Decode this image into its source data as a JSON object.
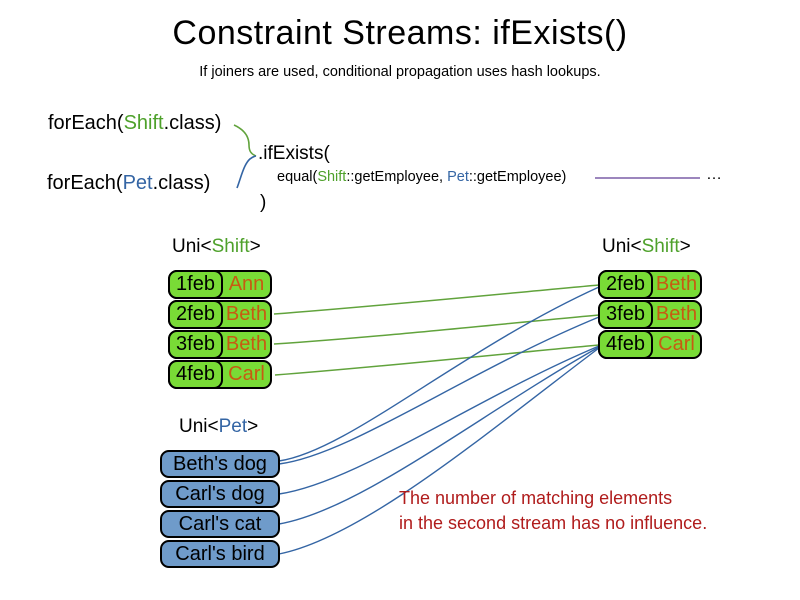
{
  "title": "Constraint Streams: ifExists()",
  "subtitle": "If joiners are used, conditional propagation uses hash lookups.",
  "code": {
    "foreach_shift": {
      "pre": "forEach(",
      "cls": "Shift",
      "post": ".class)"
    },
    "foreach_pet": {
      "pre": "forEach(",
      "cls": "Pet",
      "post": ".class)"
    },
    "if_exists": ".ifExists(",
    "equal": {
      "pre": "equal(",
      "shift": "Shift",
      "mid": "::getEmployee, ",
      "pet": "Pet",
      "post": "::getEmployee)"
    },
    "ellipsis": "…",
    "close_paren": ")"
  },
  "left_shift_table": {
    "label": {
      "pre": "Uni<",
      "type": "Shift",
      "post": ">"
    },
    "rows": [
      {
        "date": "1feb",
        "name": "Ann"
      },
      {
        "date": "2feb",
        "name": "Beth"
      },
      {
        "date": "3feb",
        "name": "Beth"
      },
      {
        "date": "4feb",
        "name": "Carl"
      }
    ]
  },
  "right_shift_table": {
    "label": {
      "pre": "Uni<",
      "type": "Shift",
      "post": ">"
    },
    "rows": [
      {
        "date": "2feb",
        "name": "Beth"
      },
      {
        "date": "3feb",
        "name": "Beth"
      },
      {
        "date": "4feb",
        "name": "Carl"
      }
    ]
  },
  "pet_list": {
    "label": {
      "pre": "Uni<",
      "type": "Pet",
      "post": ">"
    },
    "items": [
      {
        "label": "Beth's dog"
      },
      {
        "label": "Carl's dog"
      },
      {
        "label": "Carl's cat"
      },
      {
        "label": "Carl's bird"
      }
    ]
  },
  "note": {
    "line1": "The number of matching elements",
    "line2": "in the second stream has no influence."
  },
  "colors": {
    "shift_green_text": "#4EA12B",
    "pet_blue_text": "#3465A4",
    "box_green": "#79DB36",
    "box_blue": "#6F9BCA",
    "employee_orange": "#C75B12",
    "note_red": "#B01C1C",
    "green_line": "#61A33C",
    "blue_line": "#3465A4",
    "purple_line": "#7B5EA7"
  }
}
